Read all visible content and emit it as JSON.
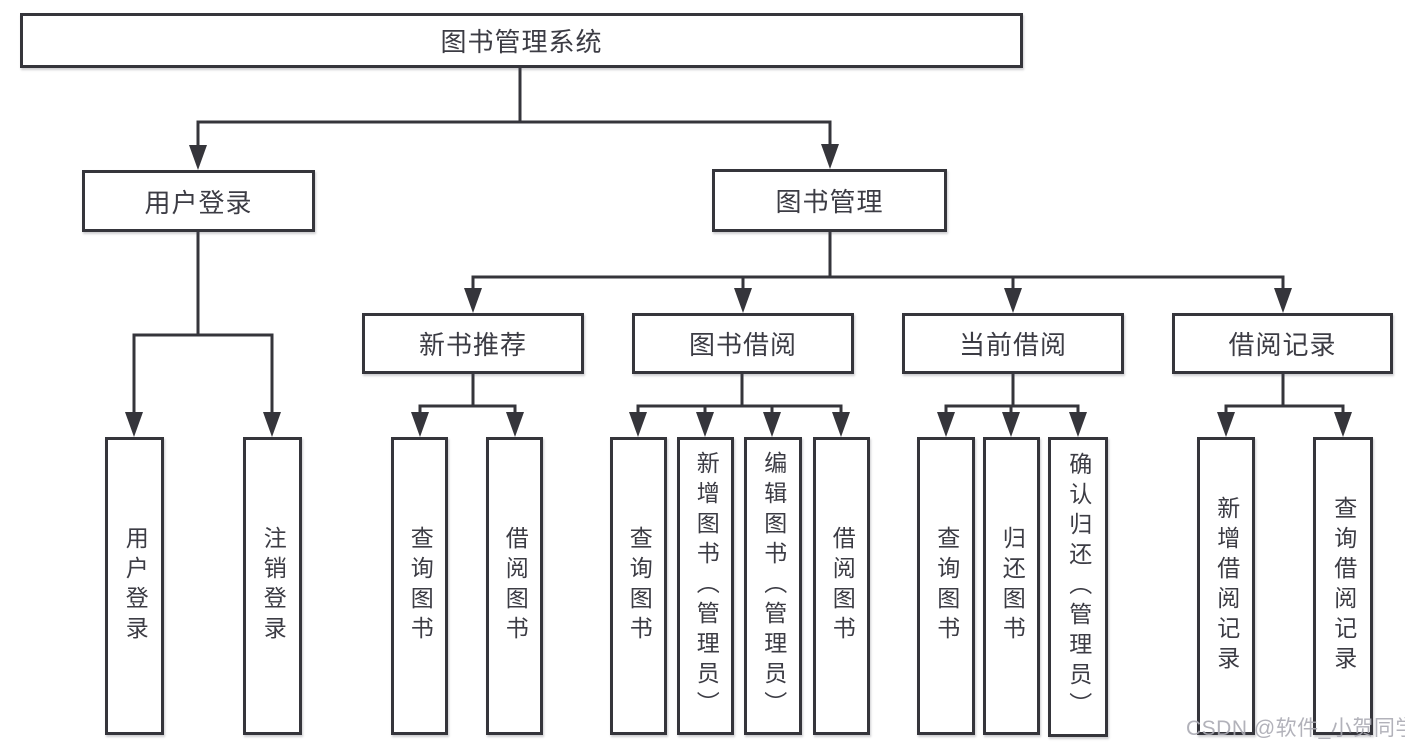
{
  "root": {
    "label": "图书管理系统"
  },
  "login": {
    "label": "用户登录",
    "leaves": [
      {
        "label": "用户登录"
      },
      {
        "label": "注销登录"
      }
    ]
  },
  "mgmt": {
    "label": "图书管理",
    "sections": [
      {
        "label": "新书推荐",
        "leaves": [
          {
            "label": "查询图书"
          },
          {
            "label": "借阅图书"
          }
        ]
      },
      {
        "label": "图书借阅",
        "leaves": [
          {
            "label": "查询图书"
          },
          {
            "label": "新增图书（管理员）"
          },
          {
            "label": "编辑图书（管理员）"
          },
          {
            "label": "借阅图书"
          }
        ]
      },
      {
        "label": "当前借阅",
        "leaves": [
          {
            "label": "查询图书"
          },
          {
            "label": "归还图书"
          },
          {
            "label": "确认归还（管理员）"
          }
        ]
      },
      {
        "label": "借阅记录",
        "leaves": [
          {
            "label": "新增借阅记录"
          },
          {
            "label": "查询借阅记录"
          }
        ]
      }
    ]
  },
  "watermark": {
    "text": "CSDN @软件_小贺同学"
  },
  "colors": {
    "line": "#35353b",
    "text": "#3c3c44",
    "watermark": "#aaaab2",
    "background": "#ffffff"
  }
}
